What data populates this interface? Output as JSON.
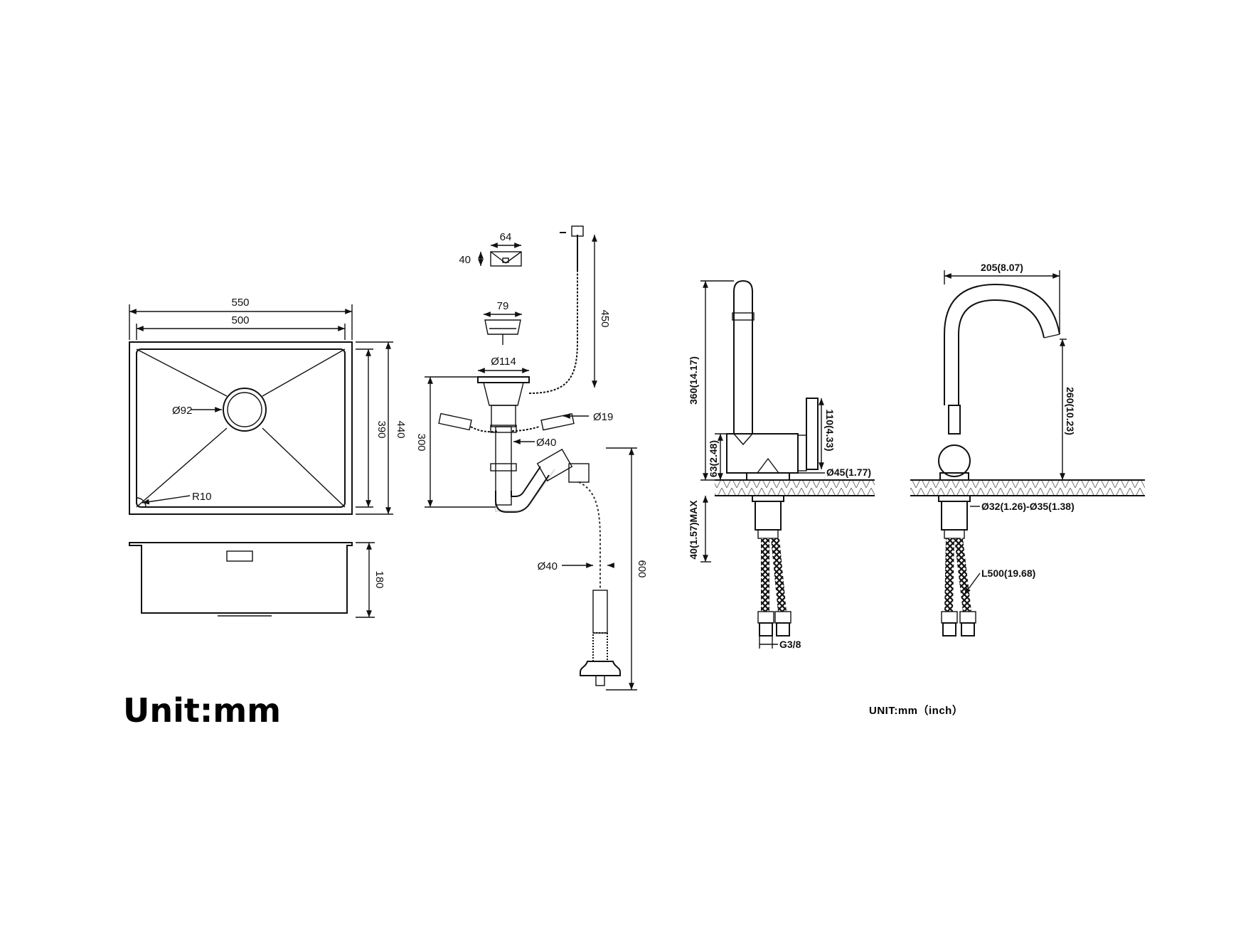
{
  "sink_top": {
    "outer_width": "550",
    "inner_width": "500",
    "drain_diameter": "Ø92",
    "corner_radius": "R10",
    "inner_depth": "390",
    "outer_depth": "440"
  },
  "sink_side": {
    "height": "180"
  },
  "drain_kit": {
    "overflow_w": "64",
    "overflow_h": "40",
    "strainer_w": "79",
    "hose_len": "450",
    "basket_diameter": "Ø114",
    "trap_height": "300",
    "overflow_pipe": "Ø19",
    "pipe_diameter": "Ø40",
    "outlet_diameter": "Ø40",
    "outlet_len": "600"
  },
  "faucet_side": {
    "total_height": "360(14.17)",
    "handle_len": "110(4.33)",
    "body_height": "63(2.48)",
    "body_diameter": "Ø45(1.77)",
    "max_thickness": "40(1.57)MAX",
    "thread": "G3/8"
  },
  "faucet_front": {
    "reach": "205(8.07)",
    "spout_height": "260(10.23)",
    "hole_diameter": "Ø32(1.26)-Ø35(1.38)",
    "hose_length": "L500(19.68)"
  },
  "units": {
    "left": "Unit:mm",
    "right": "UNIT:mm（inch）"
  }
}
